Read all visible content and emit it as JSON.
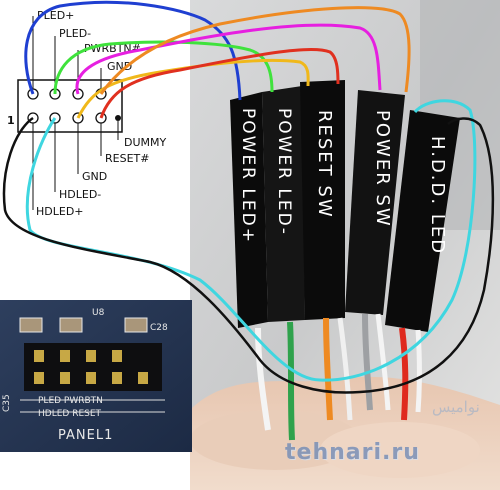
{
  "pin_labels_top": [
    "PLED+",
    "PLED-",
    "PWRBTN#",
    "GND"
  ],
  "pin_labels_bottom": [
    "DUMMY",
    "RESET#",
    "GND",
    "HDLED-",
    "HDLED+"
  ],
  "pin_one": "1",
  "connectors": [
    "POWER LED+",
    "POWER LED-",
    "RESET SW",
    "POWER SW",
    "H.D.D. LED"
  ],
  "board": {
    "header_top": "PLED  PWRBTN",
    "header_bottom": "HDLED  RESET",
    "panel_name": "PANEL1",
    "ref_c35": "C35",
    "ref_c28": "C28",
    "ref_u8": "U8"
  },
  "watermark": "tehnari.ru",
  "wire_colors": {
    "pled_plus": "#1f3fd1",
    "pled_minus": "#3fe23c",
    "pwrbtn": "#e61fe0",
    "gnd_top": "#f0b81a",
    "gnd_top2": "#e0301f",
    "reset": "#ee8a22",
    "hdled": "#3fd6e0",
    "outline": "#111111"
  }
}
